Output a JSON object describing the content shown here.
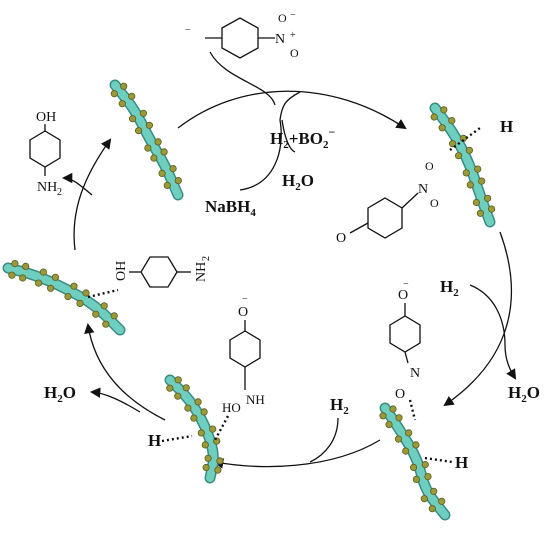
{
  "colors": {
    "strand": "#6ecfc0",
    "strand_edge": "#3a8c80",
    "bead": "#9a9a3a",
    "bead_edge": "#5c5c1e",
    "ink": "#111111"
  },
  "labels": {
    "oh_top": "OH",
    "nh2_top": "NH",
    "nh2_sub": "2",
    "nabh": "NaBH",
    "nabh_sub": "4",
    "h2_bo2": "H",
    "h2_bo2_sub": "2",
    "h2_bo2_rest": "+BO",
    "h2_bo2_sub2": "2",
    "h2_bo2_sup": "−",
    "h2o_top": "H",
    "h2o_top_sub": "2",
    "h2o_top_rest": "O",
    "h_adsorbed_right": "H",
    "h2_right": "H",
    "h2_right_sub": "2",
    "h2o_right": "H",
    "h2o_right_sub": "2",
    "h2o_right_rest": "O",
    "h_bottom_right": "H",
    "h2_bottom": "H",
    "h2_bottom_sub": "2",
    "h_bottom_left": "H",
    "h2o_left": "H",
    "h2o_left_sub": "2",
    "h2o_left_rest": "O",
    "nh2_left": "NH",
    "nh2_left_sub": "2",
    "oh_left": "OH",
    "hoNH": "HO",
    "hoNH2": "NH",
    "n_nitroso": "N",
    "o_nitroso": "O",
    "o_minus_bottom": "O",
    "o_minus_right": "O",
    "o_minus_top": "O",
    "n_top": "N",
    "o_top1": "O",
    "o_top2": "O",
    "n_right": "N",
    "o_right1": "O",
    "o_right2": "O",
    "o_left_anion": "O",
    "minus": "−",
    "plus": "+"
  }
}
